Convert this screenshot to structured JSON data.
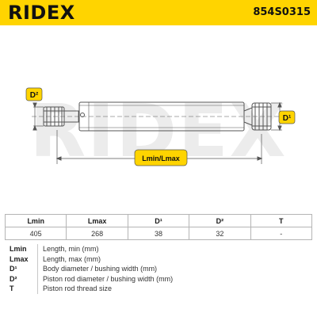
{
  "header": {
    "brand": "RIDEX",
    "part_number": "854S0315"
  },
  "drawing": {
    "label_d2": "D²",
    "label_d1": "D¹",
    "label_length": "Lmin/Lmax",
    "watermark": "RIDEX",
    "line_color": "#555555",
    "label_color": "#ffd400"
  },
  "table": {
    "headers": [
      "Lmin",
      "Lmax",
      "D¹",
      "D²",
      "T"
    ],
    "values": [
      "405",
      "268",
      "38",
      "32",
      "-"
    ]
  },
  "legend": [
    {
      "key": "Lmin",
      "desc": "Length, min (mm)"
    },
    {
      "key": "Lmax",
      "desc": "Length, max (mm)"
    },
    {
      "key": "D¹",
      "desc": "Body diameter / bushing width (mm)"
    },
    {
      "key": "D²",
      "desc": "Piston rod diameter / bushing width (mm)"
    },
    {
      "key": "T",
      "desc": "Piston rod thread size"
    }
  ]
}
